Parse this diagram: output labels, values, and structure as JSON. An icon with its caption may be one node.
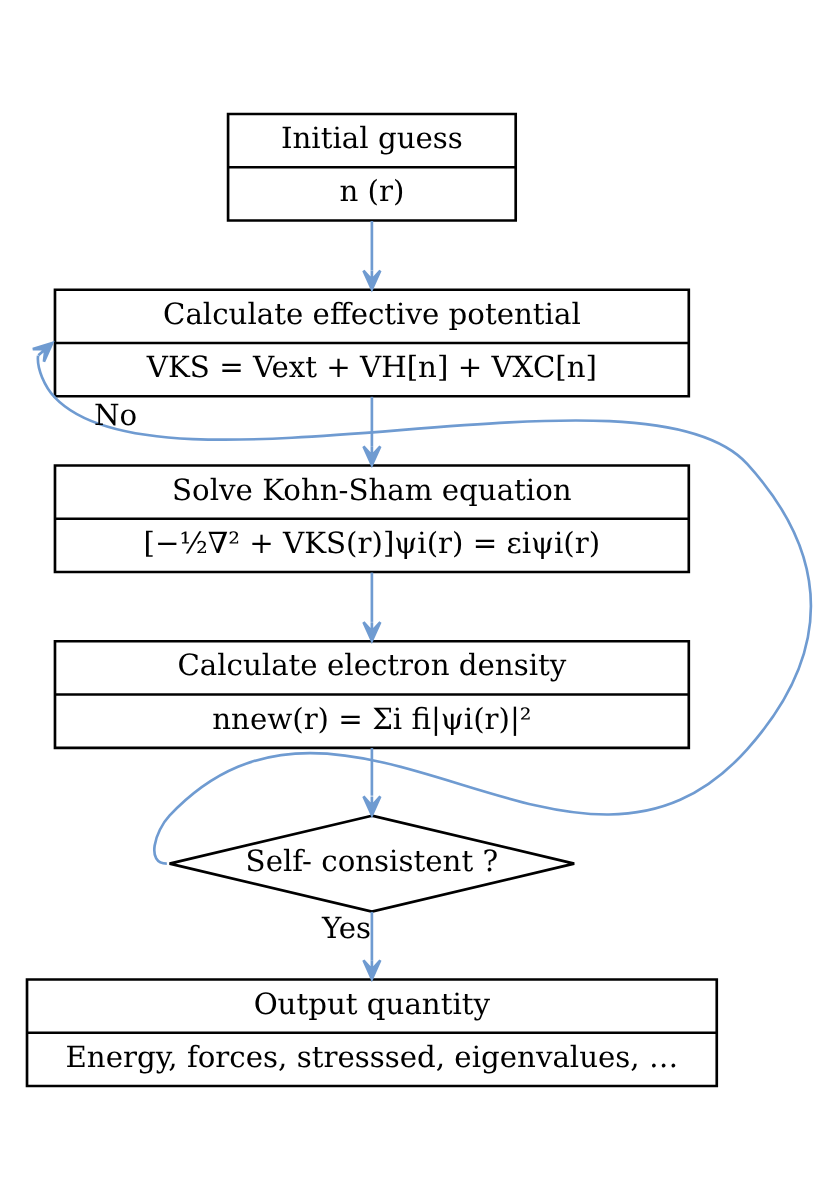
{
  "diagram": {
    "nodes": [
      {
        "text": [
          "Initial guess",
          "n (r)"
        ]
      },
      {
        "text": [
          "Calculate effective potential",
          "VKS = Vext + VH[n] + VXC[n]"
        ]
      },
      {
        "text": [
          "Solve Kohn-Sham equation",
          "[−½∇² + VKS(r)]ψi(r) = εiψi(r)"
        ]
      },
      {
        "text": [
          "Calculate electron density",
          "nnew(r) = Σi fi|ψi(r)|²"
        ]
      },
      {
        "text": [
          "Self- consistent ?"
        ]
      },
      {
        "text": [
          "Output quantity",
          "Energy, forces, stresssed, eigenvalues, …"
        ]
      }
    ],
    "edges": [
      {
        "from": 0,
        "to": 1,
        "arrow": "to"
      },
      {
        "from": 1,
        "to": 2,
        "arrow": "to"
      },
      {
        "from": 2,
        "to": 3,
        "arrow": "to"
      },
      {
        "from": 3,
        "to": 4,
        "arrow": "to"
      },
      {
        "from": 4,
        "to": 1,
        "arrow": "to",
        "label": "No"
      },
      {
        "from": 4,
        "to": 5,
        "arrow": "to",
        "label": "Yes"
      }
    ]
  }
}
